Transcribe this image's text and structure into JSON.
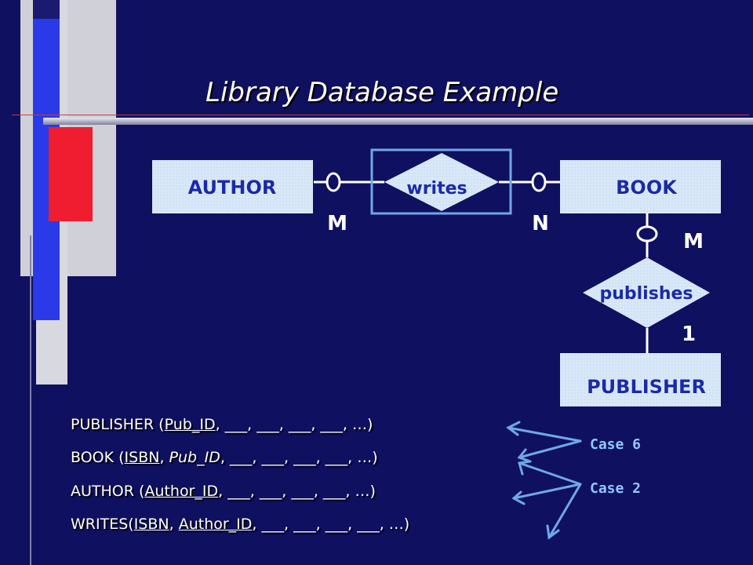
{
  "title": "Library Database Example",
  "colors": {
    "background": "#101060",
    "entity_fill": "#d8e8f8",
    "entity_text": "#1a2aa8",
    "relationship_highlight": "#6fa8e8",
    "case_text": "#90c8ff",
    "arrow": "#6fa8e8"
  },
  "entities": {
    "author": "AUTHOR",
    "book": "BOOK",
    "publisher": "PUBLISHER"
  },
  "relationships": {
    "writes": "writes",
    "publishes": "publishes"
  },
  "cardinalities": {
    "author_writes": "M",
    "book_writes": "N",
    "book_publishes": "M",
    "publisher_publishes": "1"
  },
  "schemas": {
    "publisher": {
      "name": "PUBLISHER (",
      "pk": "Pub_ID",
      "rest": ", ___, ___, ___, ___, …)"
    },
    "book": {
      "name": "BOOK (",
      "pk": "ISBN",
      "sep": ", ",
      "fk": "Pub_ID",
      "rest": ", ___, ___, ___, ___, …)"
    },
    "author": {
      "name": "AUTHOR (",
      "pk": "Author_ID",
      "rest": ", ___, ___, ___, ___, …)"
    },
    "writes": {
      "name": "WRITES(",
      "pk1": "ISBN",
      "sep": ", ",
      "pk2": "Author_ID",
      "rest": ", ___, ___, ___, ___, …)"
    }
  },
  "cases": {
    "case6": "Case 6",
    "case2": "Case 2"
  }
}
